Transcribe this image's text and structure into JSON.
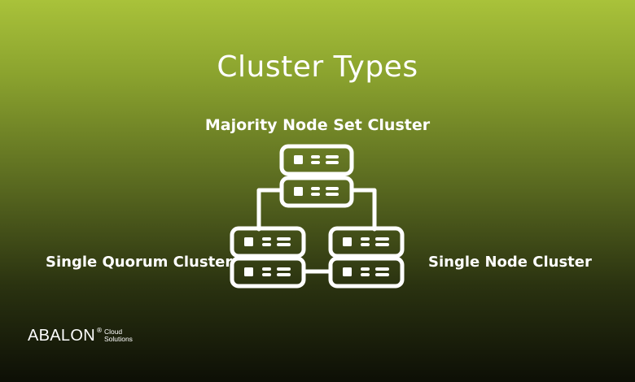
{
  "title": "Cluster Types",
  "labels": {
    "top": "Majority Node Set Cluster",
    "left": "Single Quorum Cluster",
    "right": "Single Node Cluster"
  },
  "icon": "server-cluster-icon",
  "colors": {
    "accent": "#a9c23a",
    "dark": "#0d0f06",
    "foreground": "#ffffff"
  },
  "logo": {
    "name": "ABALON",
    "mark": "®",
    "line1": "Cloud",
    "line2": "Solutions"
  }
}
